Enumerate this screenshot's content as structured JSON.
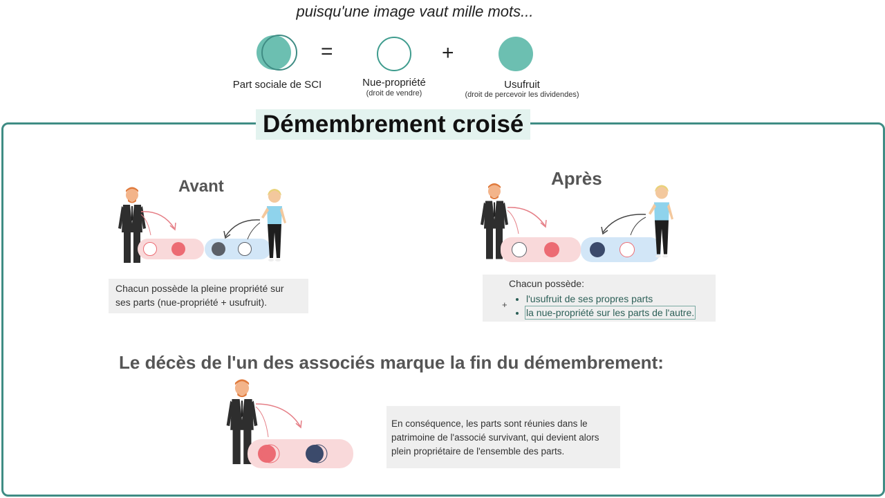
{
  "intro": "puisqu'une image vaut mille mots...",
  "legend": {
    "share": {
      "label": "Part sociale de SCI"
    },
    "equals": "=",
    "plus": "+",
    "bare": {
      "label": "Nue-propriété",
      "sub": "(droit de vendre)"
    },
    "usufruct": {
      "label": "Usufruit",
      "sub": "(droit de percevoir les dividendes)"
    }
  },
  "title": "Démembrement croisé",
  "before": {
    "heading": "Avant",
    "text": "Chacun possède la pleine propriété sur ses parts (nue-propriété + usufruit)."
  },
  "after": {
    "heading": "Après",
    "intro": "Chacun possède:",
    "items": [
      "l'usufruit de ses propres parts",
      "la nue-propriété sur les parts de l'autre."
    ],
    "plus": "+"
  },
  "death": {
    "heading": "Le décès de l'un des associés marque la fin du démembrement:",
    "text": "En conséquence, les parts sont réunies dans le patrimoine de l'associé survivant, qui devient alors plein propriétaire de l'ensemble des parts."
  },
  "colors": {
    "teal": "#6cbfb1",
    "teal_dark": "#3f8c84",
    "red": "#ec6b73",
    "navy": "#3b4a6b",
    "gray": "#5b6068",
    "pink_bar": "#f9d9da",
    "blue_bar": "#d2e6f7"
  }
}
